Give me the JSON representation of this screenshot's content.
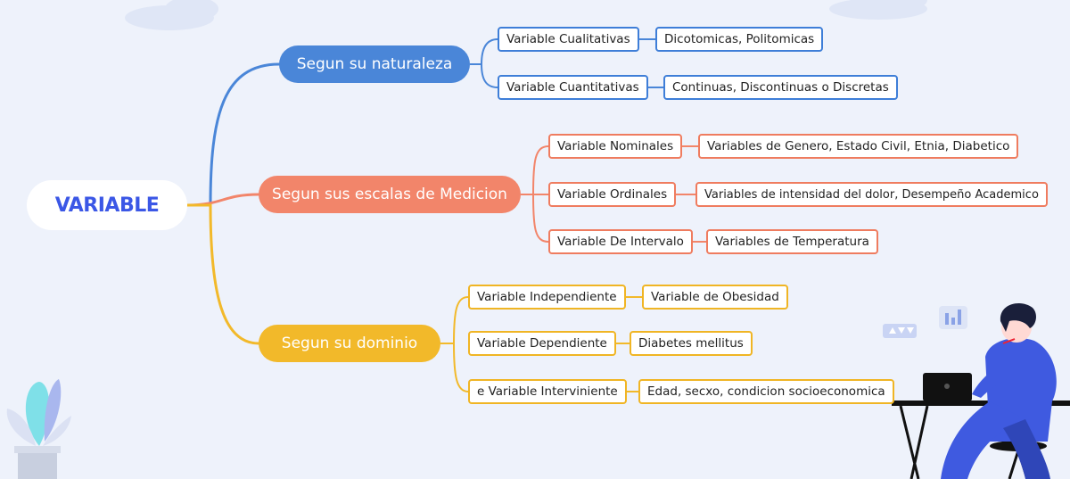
{
  "root": {
    "label": "VARIABLE"
  },
  "colors": {
    "blue": "#4a86d8",
    "coral": "#f2856a",
    "gold": "#f2b92a",
    "background": "#eef2fb",
    "root_text": "#3b57e6"
  },
  "branches": [
    {
      "label": "Segun su naturaleza",
      "color": "#4a86d8",
      "items": [
        {
          "type": "Variable Cualitativas",
          "example": "Dicotomicas, Politomicas"
        },
        {
          "type": "Variable Cuantitativas",
          "example": "Continuas, Discontinuas o Discretas"
        }
      ]
    },
    {
      "label": "Segun sus escalas de Medicion",
      "color": "#f2856a",
      "items": [
        {
          "type": "Variable Nominales",
          "example": "Variables de Genero,  Estado Civil, Etnia,  Diabetico"
        },
        {
          "type": "Variable Ordinales",
          "example": "Variables de intensidad del dolor, Desempeño Academico"
        },
        {
          "type": "Variable De Intervalo",
          "example": "Variables de Temperatura"
        }
      ]
    },
    {
      "label": "Segun su dominio",
      "color": "#f2b92a",
      "items": [
        {
          "type": "Variable Independiente",
          "example": "Variable de Obesidad"
        },
        {
          "type": "Variable Dependiente",
          "example": "Diabetes mellitus"
        },
        {
          "type": "e Variable Interviniente",
          "example": "Edad, secxo, condicion socioeconomica"
        }
      ]
    }
  ]
}
